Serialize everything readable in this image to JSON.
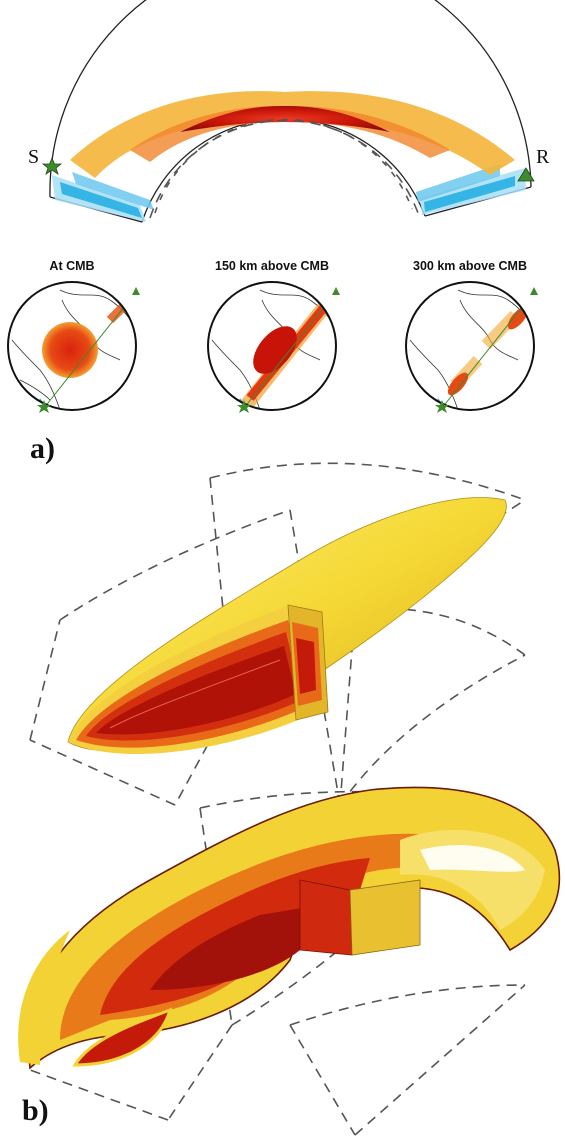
{
  "cross_section": {
    "source_label": "S",
    "receiver_label": "R"
  },
  "map_captions": [
    "At CMB",
    "150 km above CMB",
    "300 km above CMB"
  ],
  "panel_labels": {
    "a": "a)",
    "b": "b)"
  },
  "colors": {
    "core_red": "#c81408",
    "mid_orange": "#ee6a0e",
    "outer_yellow": "#f6d83a",
    "blue": "#35b4e6",
    "light_blue": "#a6def5",
    "station_green": "#3f8a2d"
  }
}
